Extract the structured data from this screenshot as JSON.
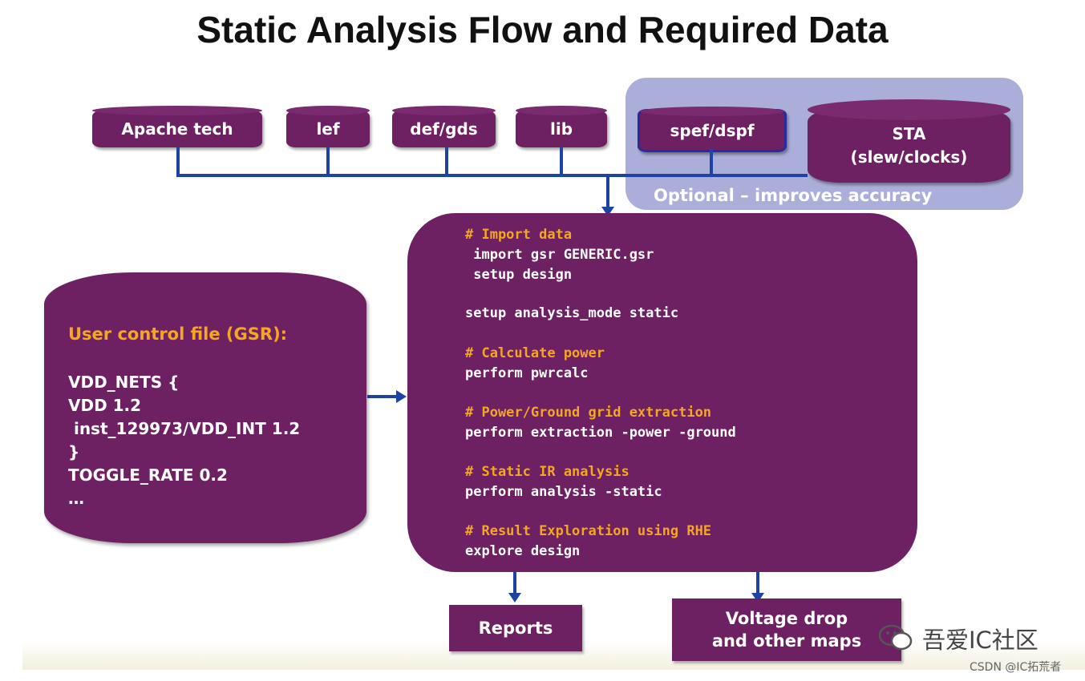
{
  "title": "Static Analysis Flow and Required Data",
  "inputs": {
    "apache_tech": "Apache tech",
    "lef": "lef",
    "defgds": "def/gds",
    "lib": "lib",
    "spef": "spef/dspf",
    "sta_line1": "STA",
    "sta_line2": "(slew/clocks)",
    "optional_note": "Optional – improves accuracy"
  },
  "gsr": {
    "heading": "User control file (GSR):",
    "lines": [
      "VDD_NETS {",
      "VDD 1.2",
      " inst_129973/VDD_INT 1.2",
      "}",
      "TOGGLE_RATE 0.2",
      "…"
    ]
  },
  "script": {
    "c1": "# Import data",
    "l1": " import gsr GENERIC.gsr",
    "l2": " setup design",
    "l3": "setup analysis_mode static",
    "c2": "# Calculate power",
    "l4": "perform pwrcalc",
    "c3": "# Power/Ground grid extraction",
    "l5": "perform extraction -power -ground",
    "c4": "# Static IR analysis",
    "l6": "perform analysis -static",
    "c5": "# Result Exploration using RHE",
    "l7": "explore design"
  },
  "outputs": {
    "reports": "Reports",
    "maps_line1": "Voltage drop",
    "maps_line2": "and other maps"
  },
  "watermark": {
    "brand": "吾爱IC社区",
    "credit": "CSDN @IC拓荒者"
  },
  "colors": {
    "box": "#6d2062",
    "accent": "#f5a623",
    "line": "#1e44a3",
    "optional_bg": "#aaaed8"
  }
}
